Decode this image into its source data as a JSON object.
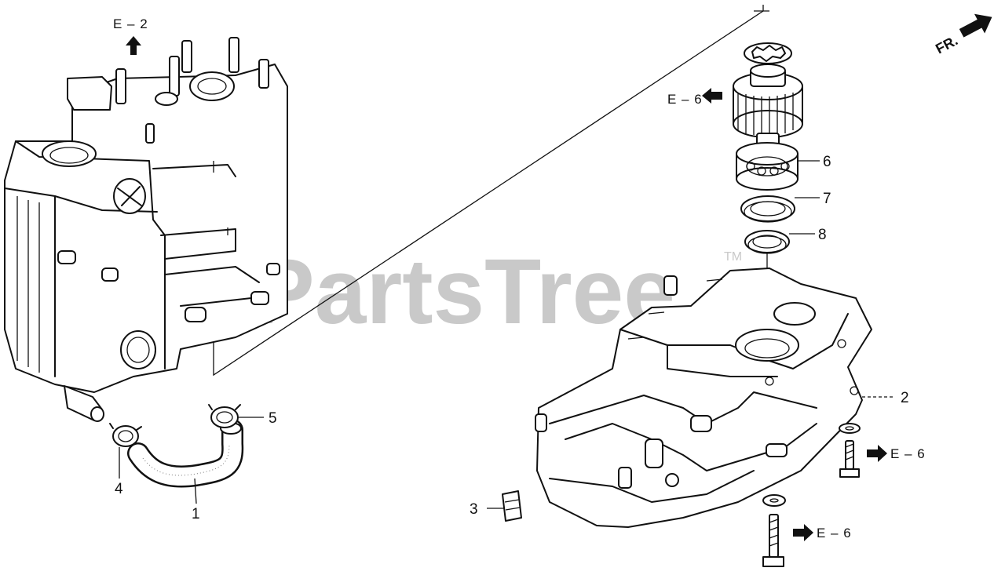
{
  "watermark": {
    "text": "PartsTree",
    "trademark": "TM"
  },
  "direction_marker": {
    "label": "FR.",
    "icon": "forward-arrow-icon"
  },
  "references": [
    {
      "id": "ref-e2-top",
      "label": "E – 2",
      "icon": "arrow-up-icon"
    },
    {
      "id": "ref-e6-gear",
      "label": "E – 6",
      "icon": "arrow-right-icon"
    },
    {
      "id": "ref-e6-bolt-right",
      "label": "E – 6",
      "icon": "arrow-right-icon"
    },
    {
      "id": "ref-e6-bolt-bottom",
      "label": "E – 6",
      "icon": "arrow-right-icon"
    }
  ],
  "callouts": [
    {
      "number": "1",
      "part": "hose"
    },
    {
      "number": "2",
      "part": "case"
    },
    {
      "number": "3",
      "part": "plug"
    },
    {
      "number": "4",
      "part": "clip"
    },
    {
      "number": "5",
      "part": "clip"
    },
    {
      "number": "6",
      "part": "bearing"
    },
    {
      "number": "7",
      "part": "seal"
    },
    {
      "number": "8",
      "part": "seal"
    }
  ]
}
